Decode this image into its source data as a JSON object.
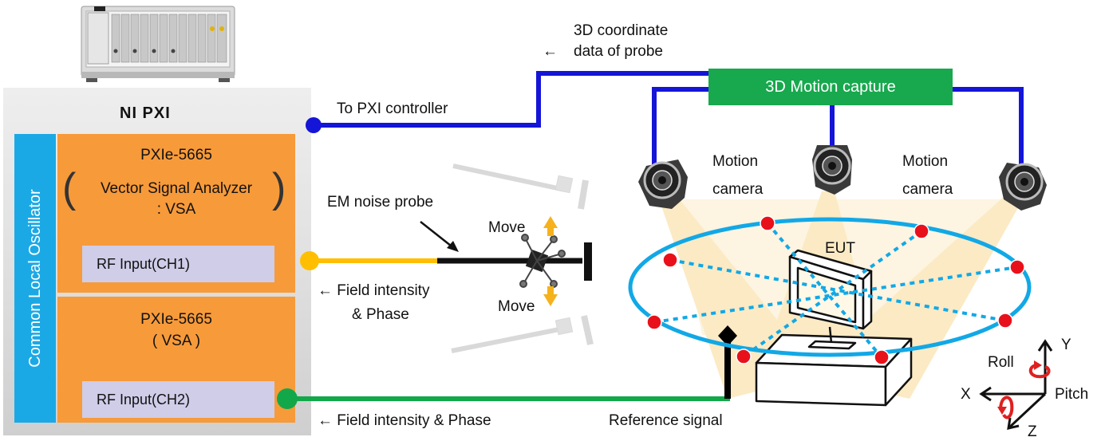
{
  "pxi": {
    "title": "NI PXI",
    "oscillator_label": "Common Local Oscillator",
    "module1": {
      "name": "PXIe-5665",
      "desc_line1": "Vector Signal Analyzer",
      "desc_line2": ": VSA",
      "rf_input": "RF Input(CH1)"
    },
    "module2": {
      "name": "PXIe-5665",
      "desc": "( VSA )",
      "rf_input": "RF Input(CH2)"
    }
  },
  "links": {
    "controller": "To PXI controller",
    "coord_line1": "3D coordinate",
    "coord_line2": "data of probe",
    "coord_arrow": "←",
    "ch1_line1": "← Field intensity",
    "ch1_line2": "& Phase",
    "ch2": "← Field intensity & Phase",
    "reference": "Reference signal"
  },
  "probe": {
    "label": "EM noise probe",
    "move_up": "Move",
    "move_down": "Move"
  },
  "mocap": {
    "title": "3D Motion capture",
    "camera_left_line1": "Motion",
    "camera_left_line2": "camera",
    "camera_right_line1": "Motion",
    "camera_right_line2": "camera"
  },
  "eut": {
    "label": "EUT"
  },
  "axes": {
    "x": "X",
    "y": "Y",
    "z": "Z",
    "roll": "Roll",
    "pitch": "Pitch"
  },
  "colors": {
    "controller_link": "#1515d8",
    "ch1_link": "#ffbf00",
    "ch2_link": "#12a84a",
    "mocap_box": "#18a84e",
    "vsa_module": "#f79a3a",
    "oscillator": "#1ba9e6",
    "rf_input": "#cfcde8",
    "ring": "#12a8e6",
    "markers": "#e8111b",
    "rotation": "#e02020"
  }
}
